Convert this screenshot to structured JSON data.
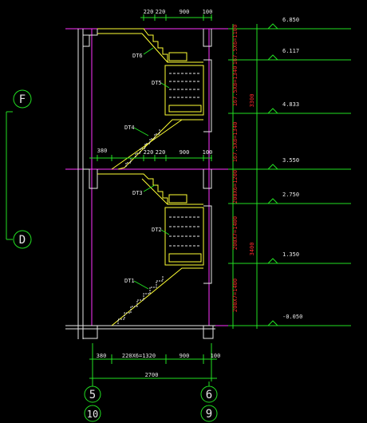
{
  "drawing": {
    "top_dims": [
      "220",
      "220",
      "900",
      "100"
    ],
    "mid_dims": [
      "380",
      "220",
      "220",
      "900",
      "100"
    ],
    "bottom_dims": [
      "380",
      "220X6=1320",
      "900",
      "100"
    ],
    "total_dim": "2700",
    "stair_labels": [
      "DT6",
      "DT5",
      "DT4",
      "DT3",
      "DT2",
      "DT1"
    ],
    "red_vertical": [
      "167.5X6=1100",
      "167.5X8=1340",
      "167.5X8=1340",
      "200X6=1200",
      "200X7=1400",
      "200X7=1400"
    ],
    "red_totals": [
      "3300",
      "3400"
    ],
    "elevations": [
      "6.850",
      "6.117",
      "4.833",
      "3.550",
      "2.750",
      "1.350",
      "-0.050"
    ],
    "axis_left": [
      "F",
      "D"
    ],
    "axis_bottom": [
      "5",
      "6"
    ],
    "axis_bottom2": [
      "10",
      "9"
    ]
  }
}
